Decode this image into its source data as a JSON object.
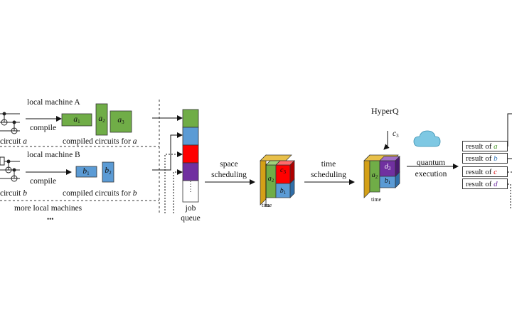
{
  "colors": {
    "green": "#70ad47",
    "blue": "#5b9bd5",
    "red": "#ff0000",
    "purple": "#7030a0",
    "gold": "#d4a017",
    "result_a": "#4e9a2e",
    "result_b": "#3d7ebd",
    "result_c": "#d00000",
    "result_d": "#7030a0"
  },
  "labels": {
    "machine_a": "local machine A",
    "machine_b": "local machine B",
    "compile_a": "compile",
    "compile_b": "compile",
    "circuit_a": "circuit",
    "circuit_a_var": "a",
    "circuit_b": "circuit",
    "circuit_b_var": "b",
    "compiled_a": "compiled circuits for",
    "compiled_a_var": "a",
    "compiled_b": "compiled circuits for",
    "compiled_b_var": "b",
    "more": "more local machines",
    "ellipsis": "•••",
    "job": "job",
    "queue": "queue",
    "space": "space",
    "scheduling_1": "scheduling",
    "time": "time",
    "scheduling_2": "scheduling",
    "hyperq": "HyperQ",
    "quantum": "quantum",
    "execution": "execution",
    "time_axis_1": "time",
    "time_axis_2": "time"
  },
  "blocks": {
    "a1": "a",
    "a1_sub": "1",
    "a2": "a",
    "a2_sub": "2",
    "a3": "a",
    "a3_sub": "3",
    "b1": "b",
    "b1_sub": "1",
    "b2": "b",
    "b2_sub": "2",
    "c3": "c",
    "c3_sub": "3",
    "d3": "d",
    "d3_sub": "3"
  },
  "results": [
    {
      "prefix": "result of",
      "var": "a"
    },
    {
      "prefix": "result of",
      "var": "b"
    },
    {
      "prefix": "result of",
      "var": "c"
    },
    {
      "prefix": "result of",
      "var": "d"
    }
  ]
}
